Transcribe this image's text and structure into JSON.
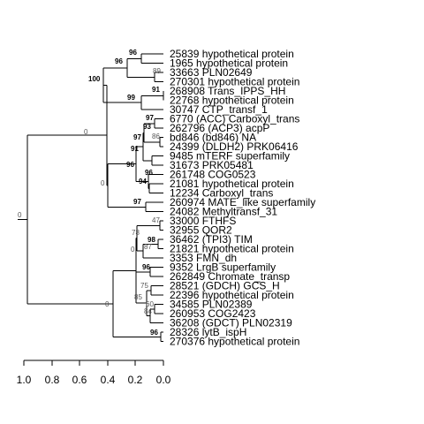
{
  "tree": {
    "axis_ticks": [
      "1.0",
      "0.8",
      "0.6",
      "0.4",
      "0.2",
      "0.0"
    ],
    "leaves": [
      "25839 hypothetical protein",
      "1965 hypothetical protein",
      "33663 PLN02649",
      "270301 hypothetical protein",
      "268908 Trans_IPPS_HH",
      "22768 hypothetical protein",
      "30747 CTP_transf_1",
      "6770 (ACC) Carboxyl_trans",
      "262796 (ACP3) acpP",
      "bd846 (bd846) NA",
      "24399 (DLDH2) PRK06416",
      "9485 mTERF superfamily",
      "31673 PRK05481",
      "261748 COG0523",
      "21081 hypothetical protein",
      "12234 Carboxyl_trans",
      "260974 MATE_like superfamily",
      "24082 Methyltransf_31",
      "33000 FTHFS",
      "32955 QOR2",
      "36462 (TPI3) TIM",
      "21821 hypothetical protein",
      "3353 FMN_dh",
      "9352 LrgB superfamily",
      "262849 Chromate_transp",
      "28521 (GDCH) GCS_H",
      "22396 hypothetical protein",
      "34585 PLN02389",
      "260953 COG2423",
      "36208 (GDCT) PLN02319",
      "28326 lytB_ispH",
      "270376 hypothetical protein"
    ],
    "bootstrap": {
      "n96a": "96",
      "n96b": "96",
      "n89": "89",
      "n100": "100",
      "n91a": "91",
      "n99": "99",
      "n0a": "0",
      "n97a": "97",
      "n93": "93",
      "n86": "86",
      "n97b": "97",
      "n91b": "91",
      "n96c": "96",
      "n96d": "96",
      "n94": "94",
      "n0b": "0",
      "n97c": "97",
      "n0root": "0",
      "n47": "47",
      "n78": "78",
      "n98": "98",
      "n87": "87",
      "n0c": "0",
      "n96e": "96",
      "n75": "75",
      "n85": "85",
      "n60": "60",
      "n84": "84",
      "n0d": "0",
      "n96f": "96"
    }
  }
}
